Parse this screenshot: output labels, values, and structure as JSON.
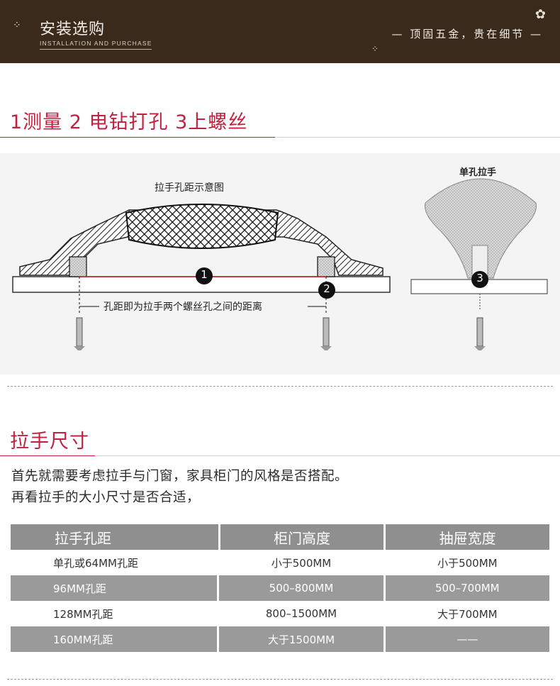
{
  "header": {
    "title": "安装选购",
    "subtitle": "INSTALLATION AND PURCHASE",
    "tagline": "— 顶固五金，贵在细节 —"
  },
  "section1": {
    "title": "1测量  2 电钻打孔  3上螺丝",
    "diagram": {
      "caption": "拉手孔距示意图",
      "distance_label": "孔距即为拉手两个螺丝孔之间的距离",
      "single_hole_label": "单孔拉手",
      "markers": [
        "1",
        "2",
        "3"
      ]
    }
  },
  "section2": {
    "title": "拉手尺寸",
    "line1": "首先就需要考虑拉手与门窗，家具柜门的风格是否搭配。",
    "line2": "再看拉手的大小尺寸是否合适，"
  },
  "table": {
    "headers": [
      "拉手孔距",
      "柜门高度",
      "抽屉宽度"
    ],
    "rows": [
      [
        "单孔或64MM孔距",
        "小于500MM",
        "小于500MM"
      ],
      [
        "96MM孔距",
        "500–800MM",
        "500–700MM"
      ],
      [
        "128MM孔距",
        "800–1500MM",
        "大于700MM"
      ],
      [
        "160MM孔距",
        "大于1500MM",
        "——"
      ]
    ]
  },
  "colors": {
    "header_bg": "#3a2a1c",
    "accent": "#c3203f",
    "table_head": "#8f8f8f"
  }
}
